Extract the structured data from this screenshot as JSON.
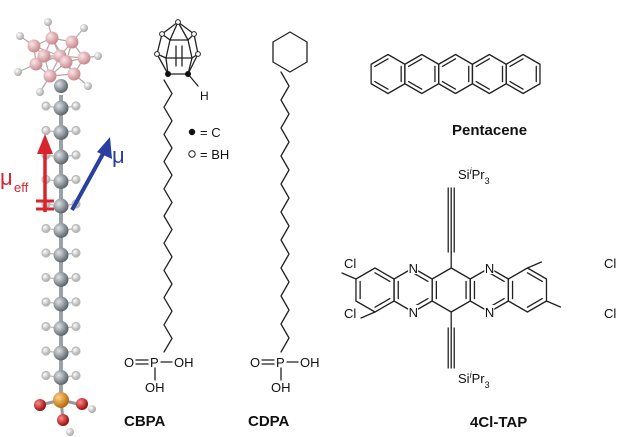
{
  "labels": {
    "mu_eff": "μ",
    "mu_eff_sub": "eff",
    "mu": "μ",
    "hydrogen": "H",
    "legend_c": "= C",
    "legend_bh": "= BH",
    "pentacene": "Pentacene",
    "si_top": "Si",
    "si_bottom": "Si",
    "ipr": "i",
    "pr3": "Pr",
    "three": "3",
    "cl": "Cl",
    "n": "N",
    "cbpa_p": "P",
    "cbpa_o": "O",
    "cbpa_oh_right": "OH",
    "cbpa_oh_bottom": "OH",
    "cdpa_p": "P",
    "cdpa_o": "O",
    "cdpa_oh_right": "OH",
    "cdpa_oh_bottom": "OH",
    "cbpa": "CBPA",
    "cdpa": "CDPA",
    "tap": "4Cl-TAP"
  },
  "colors": {
    "mu_eff_arrow": "#d9232d",
    "mu_arrow": "#2a3fa0",
    "boron": "#e8b8bc",
    "carbon": "#8e969b",
    "hydrogen": "#e9e9e9",
    "phosphorus": "#e3941b",
    "oxygen": "#d81e1e"
  }
}
